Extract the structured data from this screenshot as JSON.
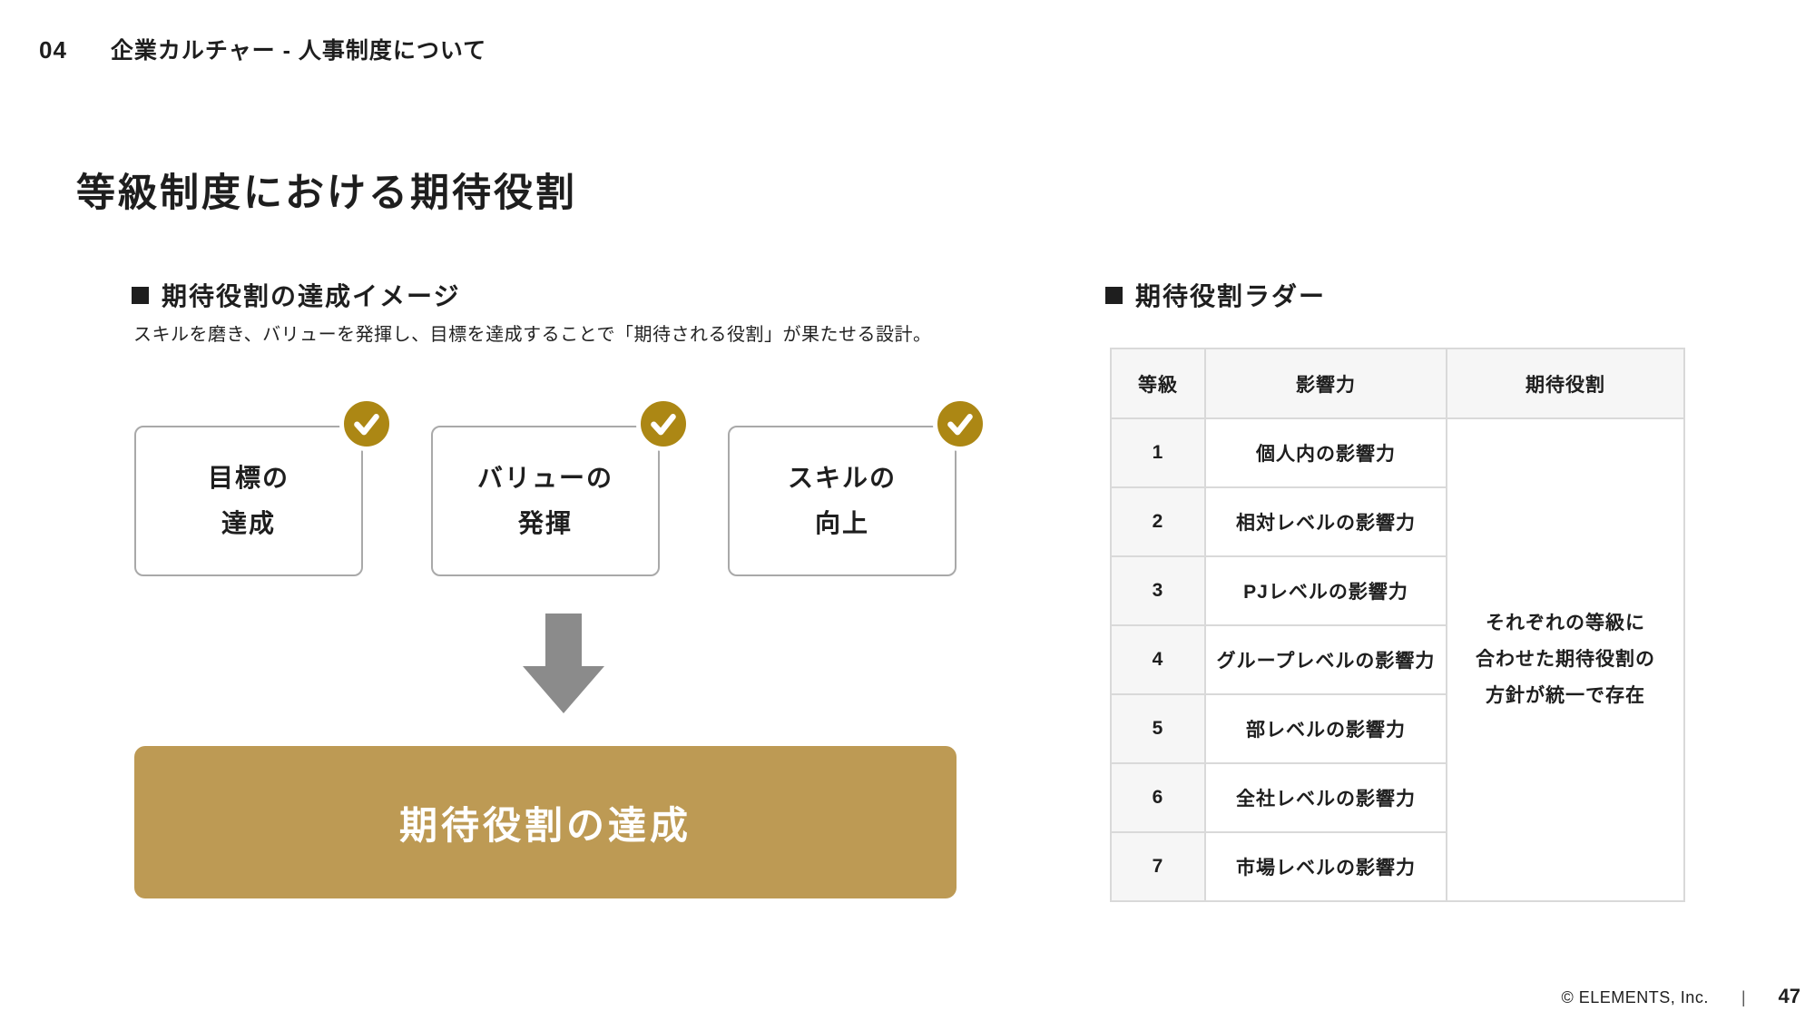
{
  "page_header": {
    "number": "04",
    "breadcrumb": "企業カルチャー - 人事制度について"
  },
  "slide_title": "等級制度における期待役割",
  "left_section": {
    "heading": "期待役割の達成イメージ",
    "subtitle": "スキルを磨き、バリューを発揮し、目標を達成することで「期待される役割」が果たせる設計。",
    "boxes": [
      {
        "label": "目標の\n達成"
      },
      {
        "label": "バリューの\n発揮"
      },
      {
        "label": "スキルの\n向上"
      }
    ],
    "result_banner": "期待役割の達成"
  },
  "right_section": {
    "heading": "期待役割ラダー",
    "table": {
      "headers": [
        "等級",
        "影響力",
        "期待役割"
      ],
      "rows": [
        {
          "grade": "1",
          "influence": "個人内の影響力"
        },
        {
          "grade": "2",
          "influence": "相対レベルの影響力"
        },
        {
          "grade": "3",
          "influence": "PJレベルの影響力"
        },
        {
          "grade": "4",
          "influence": "グループレベルの影響力"
        },
        {
          "grade": "5",
          "influence": "部レベルの影響力"
        },
        {
          "grade": "6",
          "influence": "全社レベルの影響力"
        },
        {
          "grade": "7",
          "influence": "市場レベルの影響力"
        }
      ],
      "expected_role_note": "それぞれの等級に\n合わせた期待役割の\n方針が統一で存在"
    }
  },
  "footer": {
    "copyright": "© ELEMENTS, Inc.",
    "divider": "|",
    "page_number": "47"
  },
  "colors": {
    "accent_gold": "#AC8714",
    "banner_gold": "#BD9A54",
    "arrow_gray": "#8B8B8B",
    "text_dark": "#1E1E1E",
    "box_border": "#A9A9A9",
    "table_border": "#D9D9D9",
    "cell_light": "#F6F6F6"
  }
}
